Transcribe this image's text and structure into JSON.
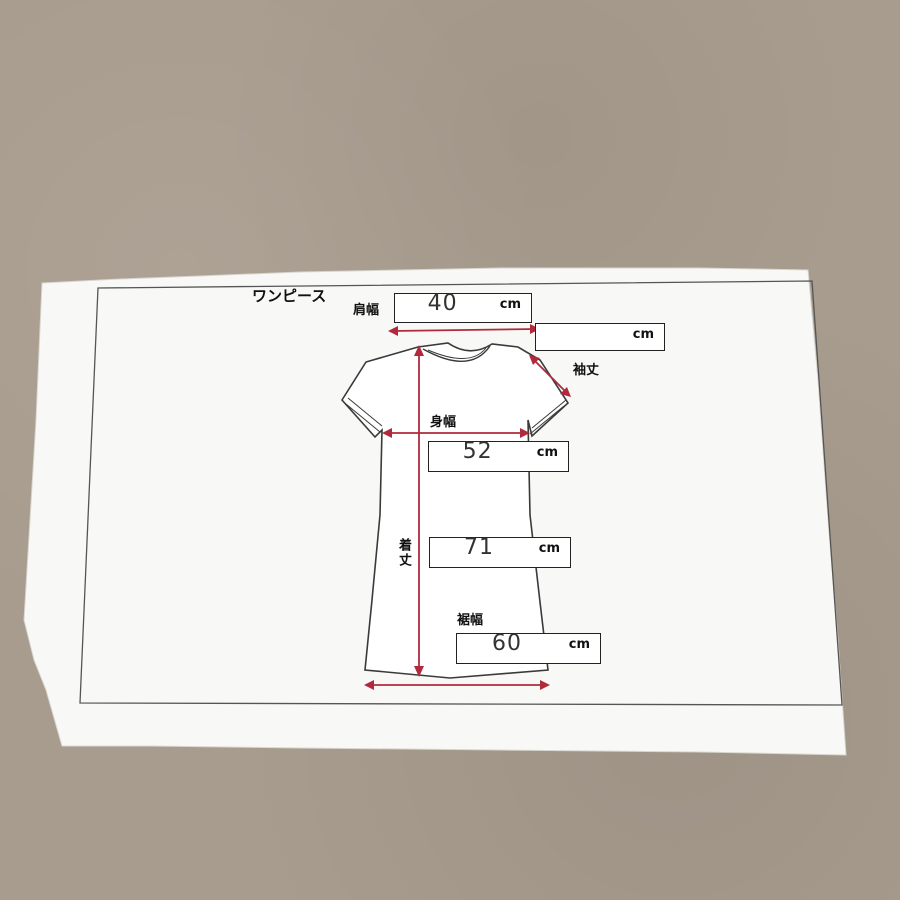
{
  "sheet": {
    "title": "ワンピース",
    "unit": "cm"
  },
  "measurements": {
    "shoulder": {
      "label": "肩幅",
      "value": "40"
    },
    "sleeve": {
      "label": "袖丈",
      "value": ""
    },
    "chest": {
      "label": "身幅",
      "value": "52"
    },
    "length": {
      "label": "着丈",
      "value": "71"
    },
    "hem": {
      "label": "裾幅",
      "value": "60"
    }
  },
  "colors": {
    "arrow": "#b02a3c",
    "outline": "#222222",
    "paper": "#f8f8f6",
    "background": "#a89c8e"
  }
}
